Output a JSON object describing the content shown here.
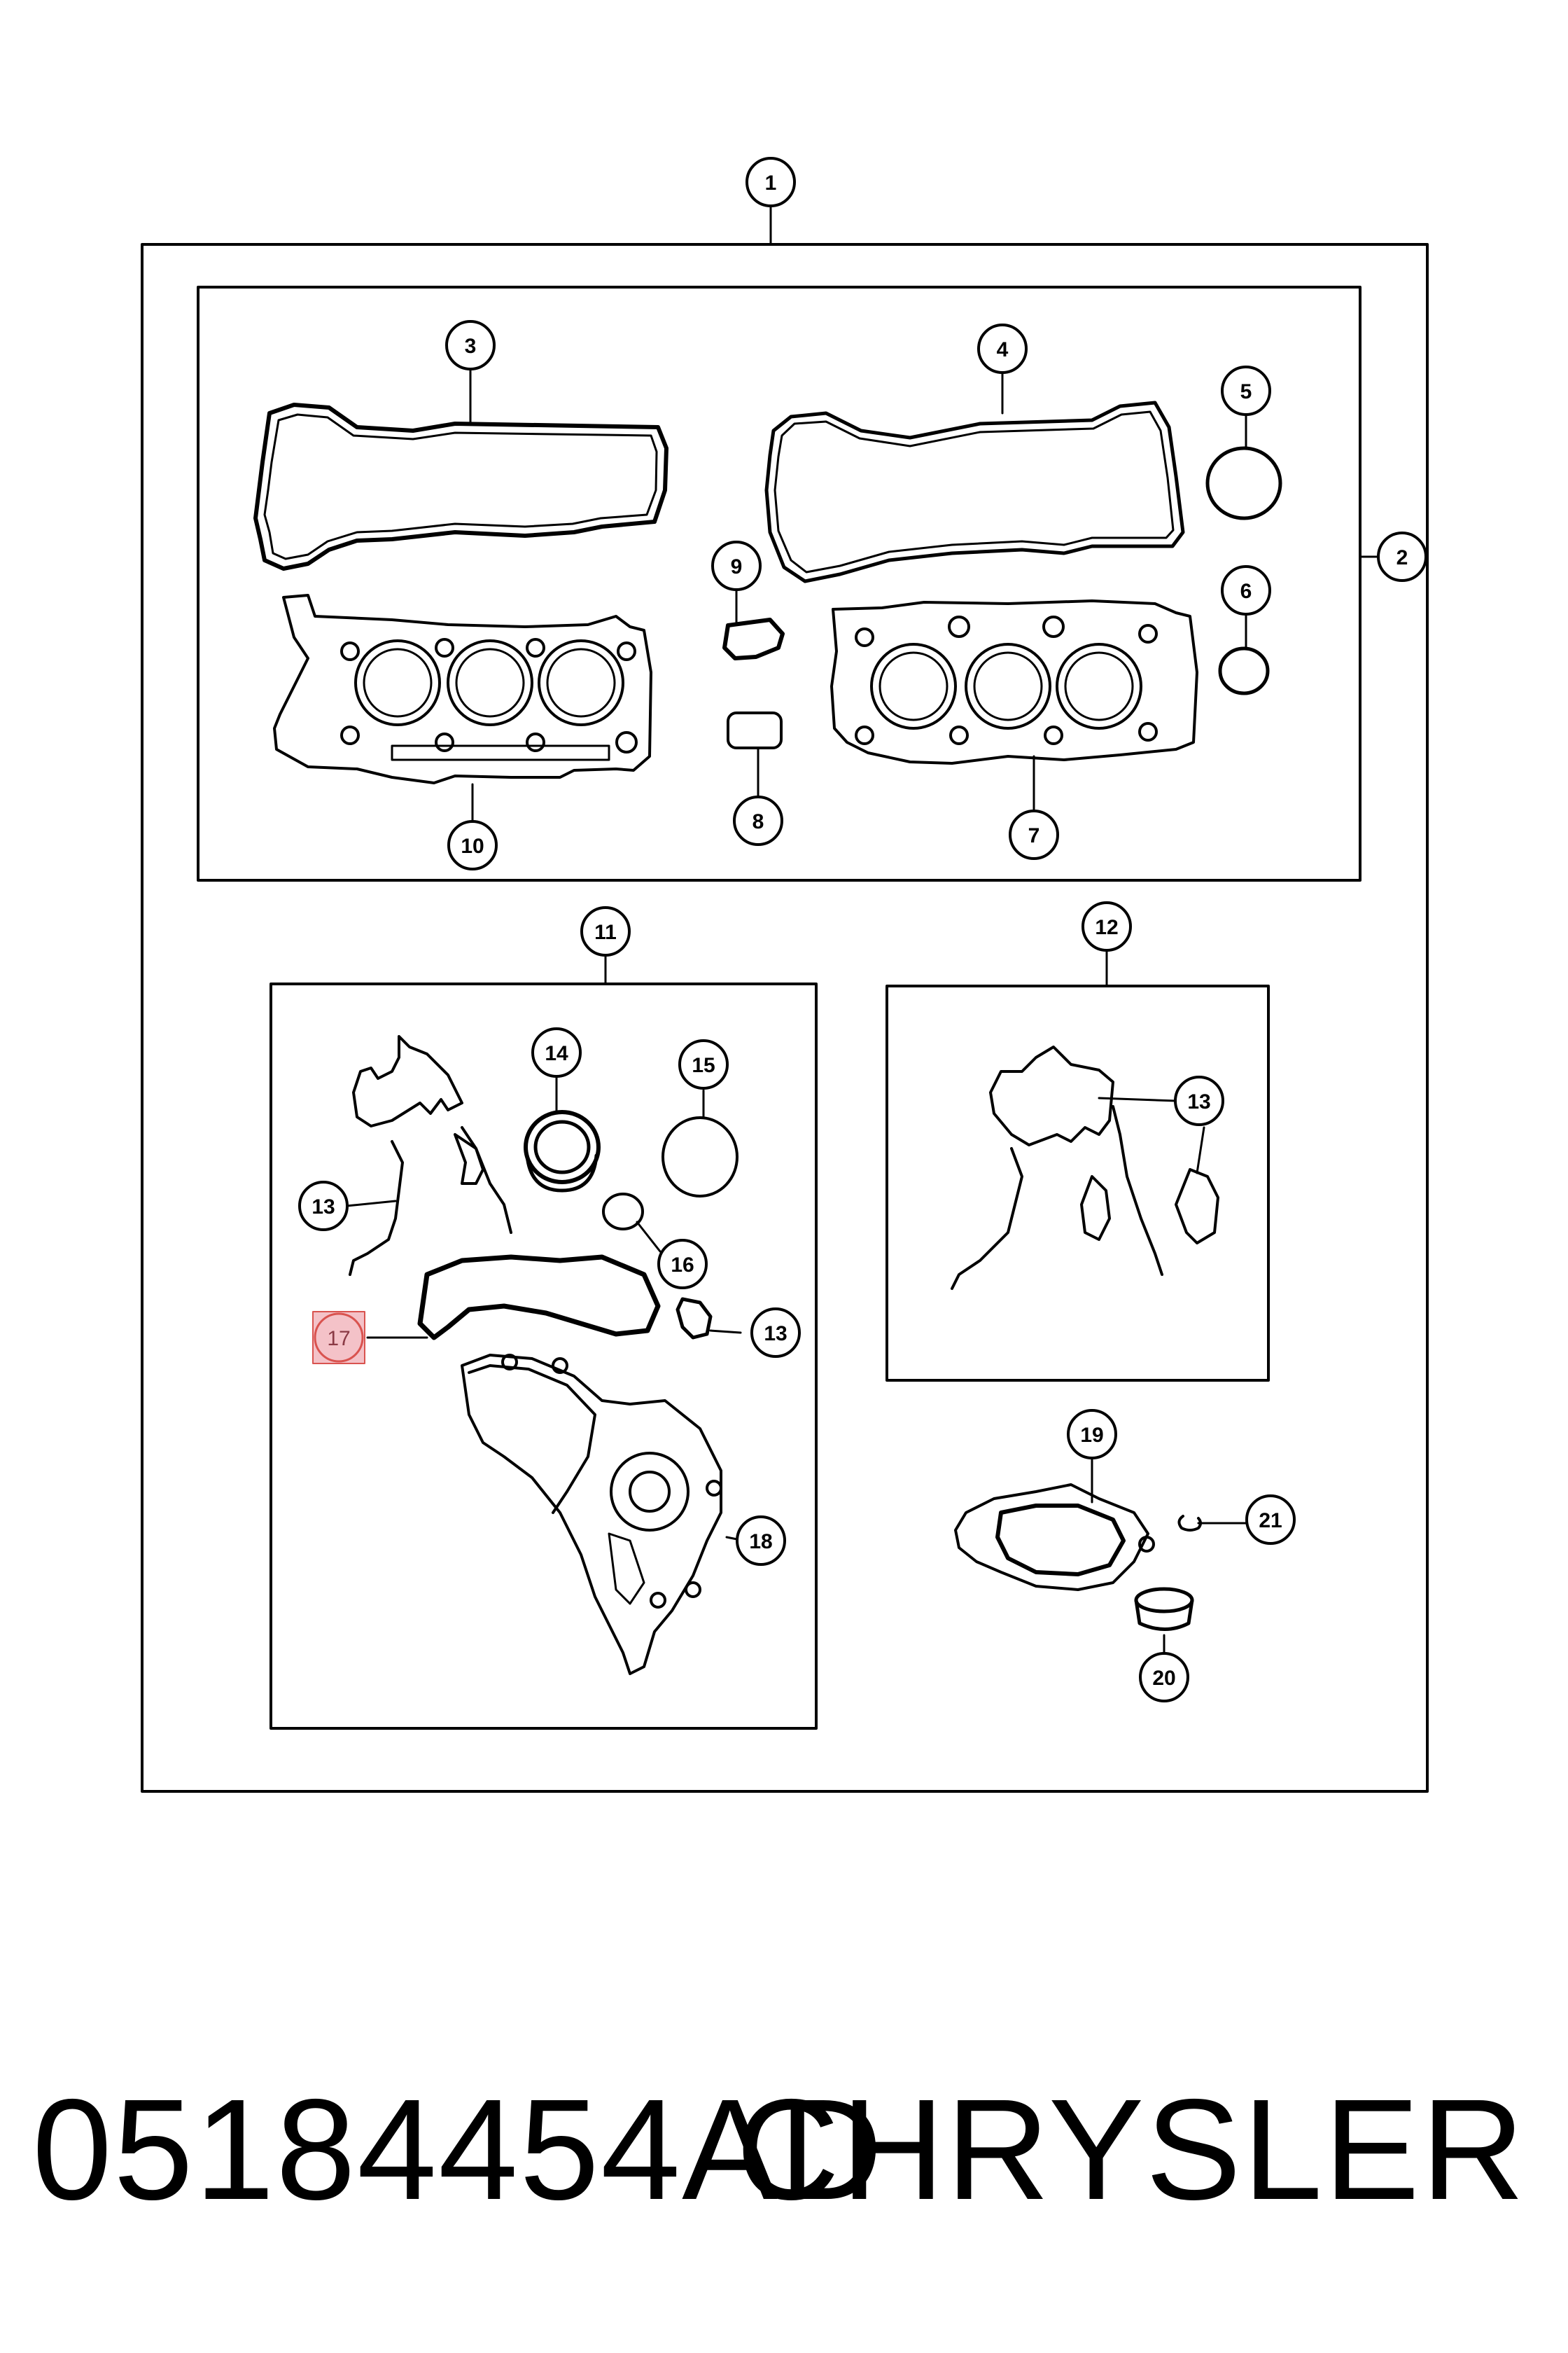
{
  "callouts": [
    "1",
    "2",
    "3",
    "4",
    "5",
    "6",
    "7",
    "8",
    "9",
    "10",
    "11",
    "12",
    "13",
    "13",
    "13",
    "14",
    "15",
    "16",
    "17",
    "18",
    "19",
    "20",
    "21"
  ],
  "highlighted_callout": "17",
  "highlight_color": "#f4c2c8",
  "highlight_border": "#d9534f",
  "footer": {
    "part_number": "05184454AD",
    "brand": "CHRYSLER"
  }
}
